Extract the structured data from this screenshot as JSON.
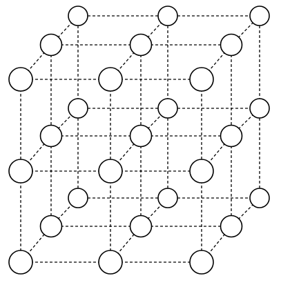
{
  "diagram": {
    "type": "cubic-lattice",
    "grid": [
      3,
      3,
      3
    ],
    "colors": {
      "line": "#000000",
      "atom_fill": "#ffffff",
      "background": "#ffffff"
    },
    "line_style": "dashed"
  }
}
